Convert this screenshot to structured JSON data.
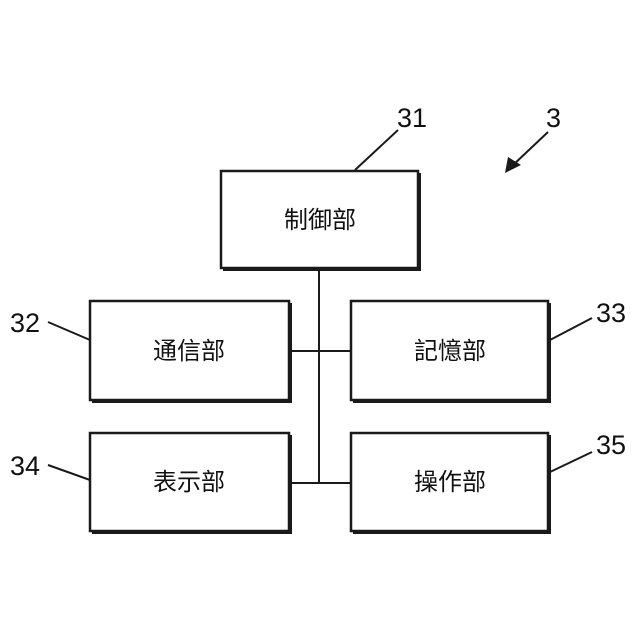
{
  "figure": {
    "ref": "3",
    "blocks": {
      "control": {
        "ref": "31",
        "label": "制御部"
      },
      "communication": {
        "ref": "32",
        "label": "通信部"
      },
      "storage": {
        "ref": "33",
        "label": "記憶部"
      },
      "display": {
        "ref": "34",
        "label": "表示部"
      },
      "operation": {
        "ref": "35",
        "label": "操作部"
      }
    }
  }
}
